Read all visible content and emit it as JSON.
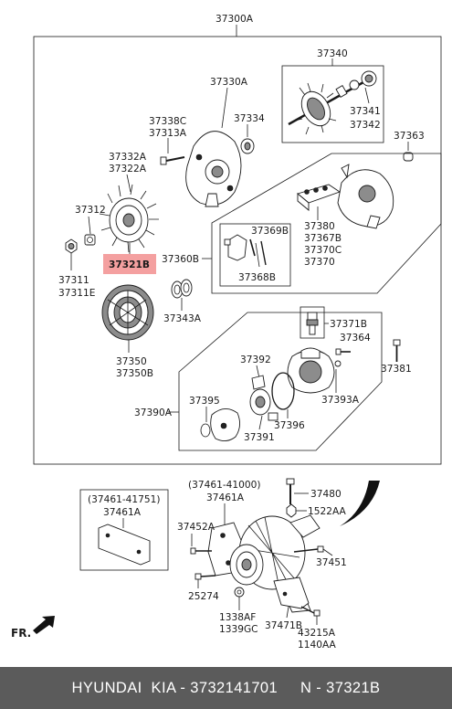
{
  "labels": {
    "assy": "37300A",
    "l37340": "37340",
    "l37341": "37341",
    "l37342": "37342",
    "l37330a": "37330A",
    "l37334": "37334",
    "l37338c": "37338C",
    "l37313a": "37313A",
    "l37363": "37363",
    "l37332a": "37332A",
    "l37322a": "37322A",
    "l37312": "37312",
    "l37321b": "37321B",
    "l37311": "37311",
    "l37311e": "37311E",
    "l37380": "37380",
    "l37367b": "37367B",
    "l37370c": "37370C",
    "l37370": "37370",
    "l37369b": "37369B",
    "l37368b": "37368B",
    "l37360b": "37360B",
    "l37343a": "37343A",
    "l37350": "37350",
    "l37350b": "37350B",
    "l37371b": "37371B",
    "l37364": "37364",
    "l37381": "37381",
    "l37392": "37392",
    "l37393a": "37393A",
    "l37395": "37395",
    "l37390a": "37390A",
    "l37396": "37396",
    "l37391": "37391",
    "l_range1": "(37461-41751)",
    "l_37461a_1": "37461A",
    "l_range2": "(37461-41000)",
    "l_37461a_2": "37461A",
    "l37480": "37480",
    "l1522aa": "1522AA",
    "l37452a": "37452A",
    "l37451": "37451",
    "l25274": "25274",
    "l1338af": "1338AF",
    "l1339gc": "1339GC",
    "l37471b": "37471B",
    "l43215a": "43215A",
    "l1140aa": "1140AA",
    "fr": "FR."
  },
  "highlight_color": "#f4a0a0",
  "footer": {
    "text": "HYUNDAI  KIA - 3732141701     N - 37321B"
  }
}
